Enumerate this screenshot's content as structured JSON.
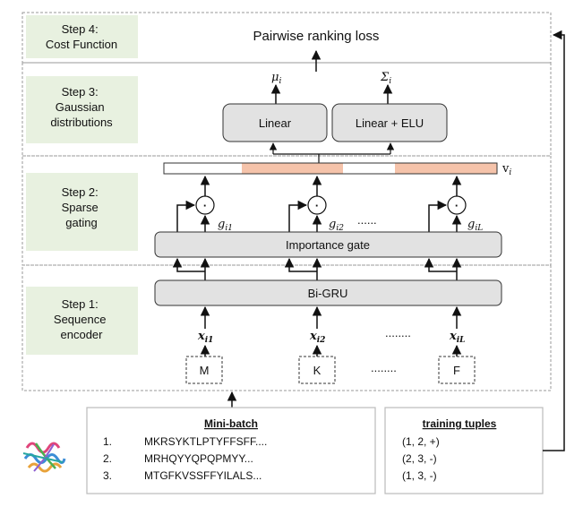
{
  "steps": [
    {
      "lines": [
        "Step 4:",
        "Cost Function"
      ]
    },
    {
      "lines": [
        "Step 3:",
        "Gaussian",
        "distributions"
      ]
    },
    {
      "lines": [
        "Step 2:",
        "Sparse",
        "gating"
      ]
    },
    {
      "lines": [
        "Step 1:",
        "Sequence",
        "encoder"
      ]
    }
  ],
  "cost": {
    "label": "Pairwise ranking loss"
  },
  "gaussian": {
    "linear_label": "Linear",
    "linear_elu_label": "Linear + ELU",
    "mu_symbol": "μ",
    "mu_sub": "i",
    "sigma_symbol": "Σ",
    "sigma_sub": "i"
  },
  "vector": {
    "symbol": "v",
    "sub": "i"
  },
  "gating": {
    "importance_gate_label": "Importance  gate",
    "dot_symbol": "·",
    "gates": [
      {
        "symbol": "g",
        "sub": "i1"
      },
      {
        "symbol": "g",
        "sub": "i2"
      },
      {
        "symbol": "g",
        "sub": "iL"
      }
    ],
    "ellipsis": "......"
  },
  "encoder": {
    "bigru_label": "Bi-GRU",
    "inputs": [
      {
        "symbol": "x",
        "sub": "i1"
      },
      {
        "symbol": "x",
        "sub": "i2"
      },
      {
        "symbol": "x",
        "sub": "iL"
      }
    ],
    "input_ellipsis": "........",
    "residues": [
      "M",
      "K",
      "F"
    ],
    "residue_ellipsis": "........"
  },
  "minibatch": {
    "title": "Mini-batch",
    "rows": [
      {
        "num": "1.",
        "seq": "MKRSYKTLPTYFFSFF...."
      },
      {
        "num": "2.",
        "seq": "MRHQYYQPQPMYY..."
      },
      {
        "num": "3.",
        "seq": "MTGFKVSSFFYILALS..."
      }
    ]
  },
  "training": {
    "title": "training tuples",
    "rows": [
      "(1, 2, +)",
      "(2, 3, -)",
      "(1, 3, -)"
    ]
  },
  "colors": {
    "step_bg": "#e8f1e0",
    "box_fill": "#e2e2e2",
    "highlight": "#f5c3aa",
    "frame": "#9a9a9a"
  }
}
